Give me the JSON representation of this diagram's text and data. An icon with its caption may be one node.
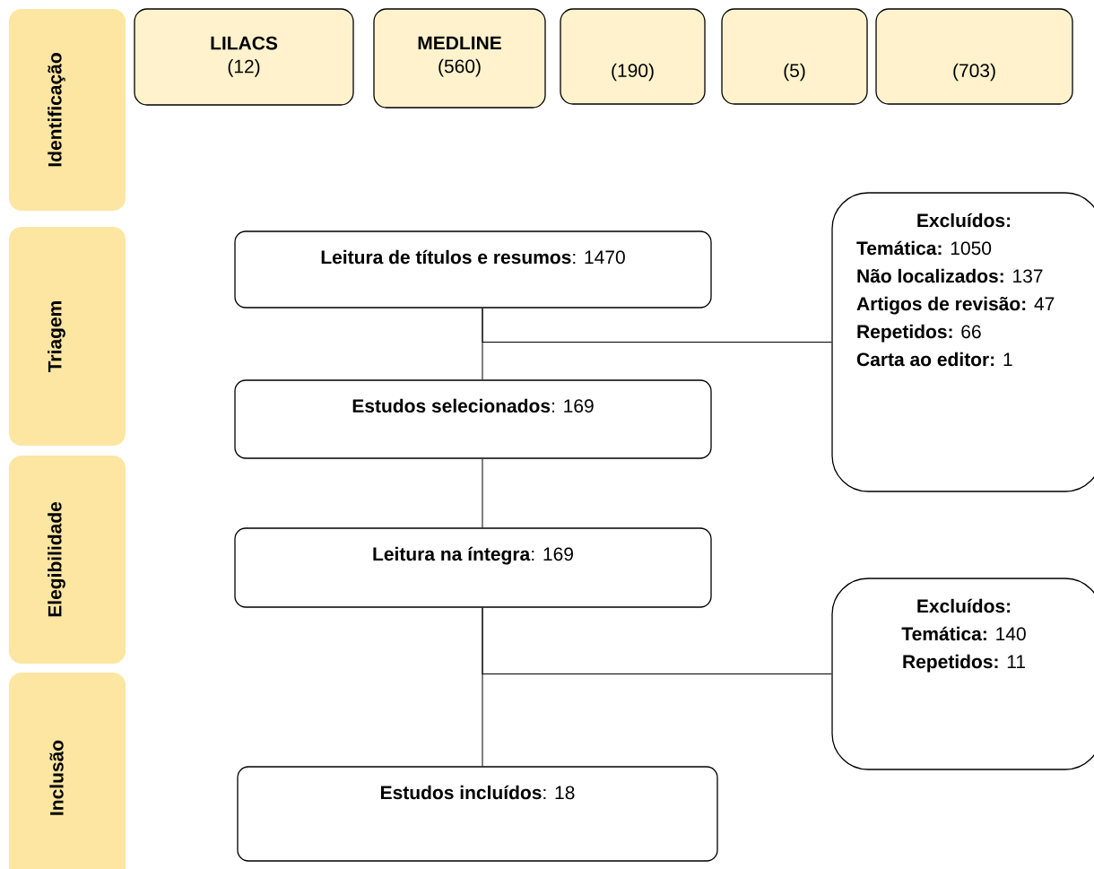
{
  "diagram": {
    "nodes": [
      {
        "text": [
          "Identificação"
        ]
      },
      {
        "text": [
          "Triagem"
        ]
      },
      {
        "text": [
          "Elegibilidade"
        ]
      },
      {
        "text": [
          "Inclusão"
        ]
      },
      {
        "text": [
          "LILACS",
          "(12)"
        ]
      },
      {
        "text": [
          "MEDLINE",
          "(560)"
        ]
      },
      {
        "text": [
          "(190)"
        ]
      },
      {
        "text": [
          "(5)"
        ]
      },
      {
        "text": [
          "(703)"
        ]
      },
      {
        "text": [
          "**Leitura de títulos e resumos**: 1470"
        ]
      },
      {
        "text": [
          "Excluídos:",
          "**Temática:** 1050",
          "**Não localizados:** 137",
          "**Artigos de revisão:** 47",
          "**Repetidos:** 66",
          "**Carta ao editor:** 1"
        ]
      },
      {
        "text": [
          "**Estudos selecionados**: 169"
        ]
      },
      {
        "text": [
          "**Leitura na íntegra**: 169"
        ]
      },
      {
        "text": [
          "Excluídos:",
          "**Temática:** 140",
          "**Repetidos:** 11"
        ]
      },
      {
        "text": [
          "**Estudos incluídos**: 18"
        ]
      }
    ],
    "edges": [
      {
        "from": 9,
        "to": 11,
        "arrow": "none"
      },
      {
        "from": 9,
        "to": 10,
        "arrow": "none"
      },
      {
        "from": 11,
        "to": 12,
        "arrow": "none"
      },
      {
        "from": 12,
        "to": 14,
        "arrow": "none"
      },
      {
        "from": 12,
        "to": 13,
        "arrow": "none"
      }
    ]
  }
}
